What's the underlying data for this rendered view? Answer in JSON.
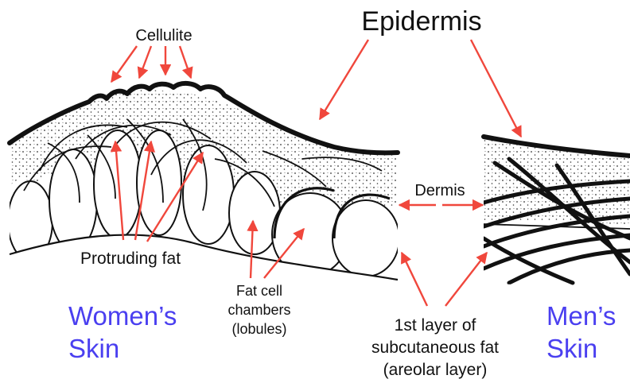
{
  "labels": {
    "cellulite": "Cellulite",
    "epidermis": "Epidermis",
    "dermis": "Dermis",
    "protruding_fat": "Protruding fat",
    "fat_cell_line1": "Fat cell",
    "fat_cell_line2": "chambers",
    "fat_cell_line3": "(lobules)",
    "areolar_line1": "1st layer of",
    "areolar_line2": "subcutaneous fat",
    "areolar_line3": "(areolar layer)",
    "women_line1": "Women’s",
    "women_line2": "Skin",
    "men_line1": "Men’s",
    "men_line2": "Skin"
  },
  "colors": {
    "arrow": "#f0473c",
    "heading": "#4a3ff0",
    "ink": "#111111"
  }
}
